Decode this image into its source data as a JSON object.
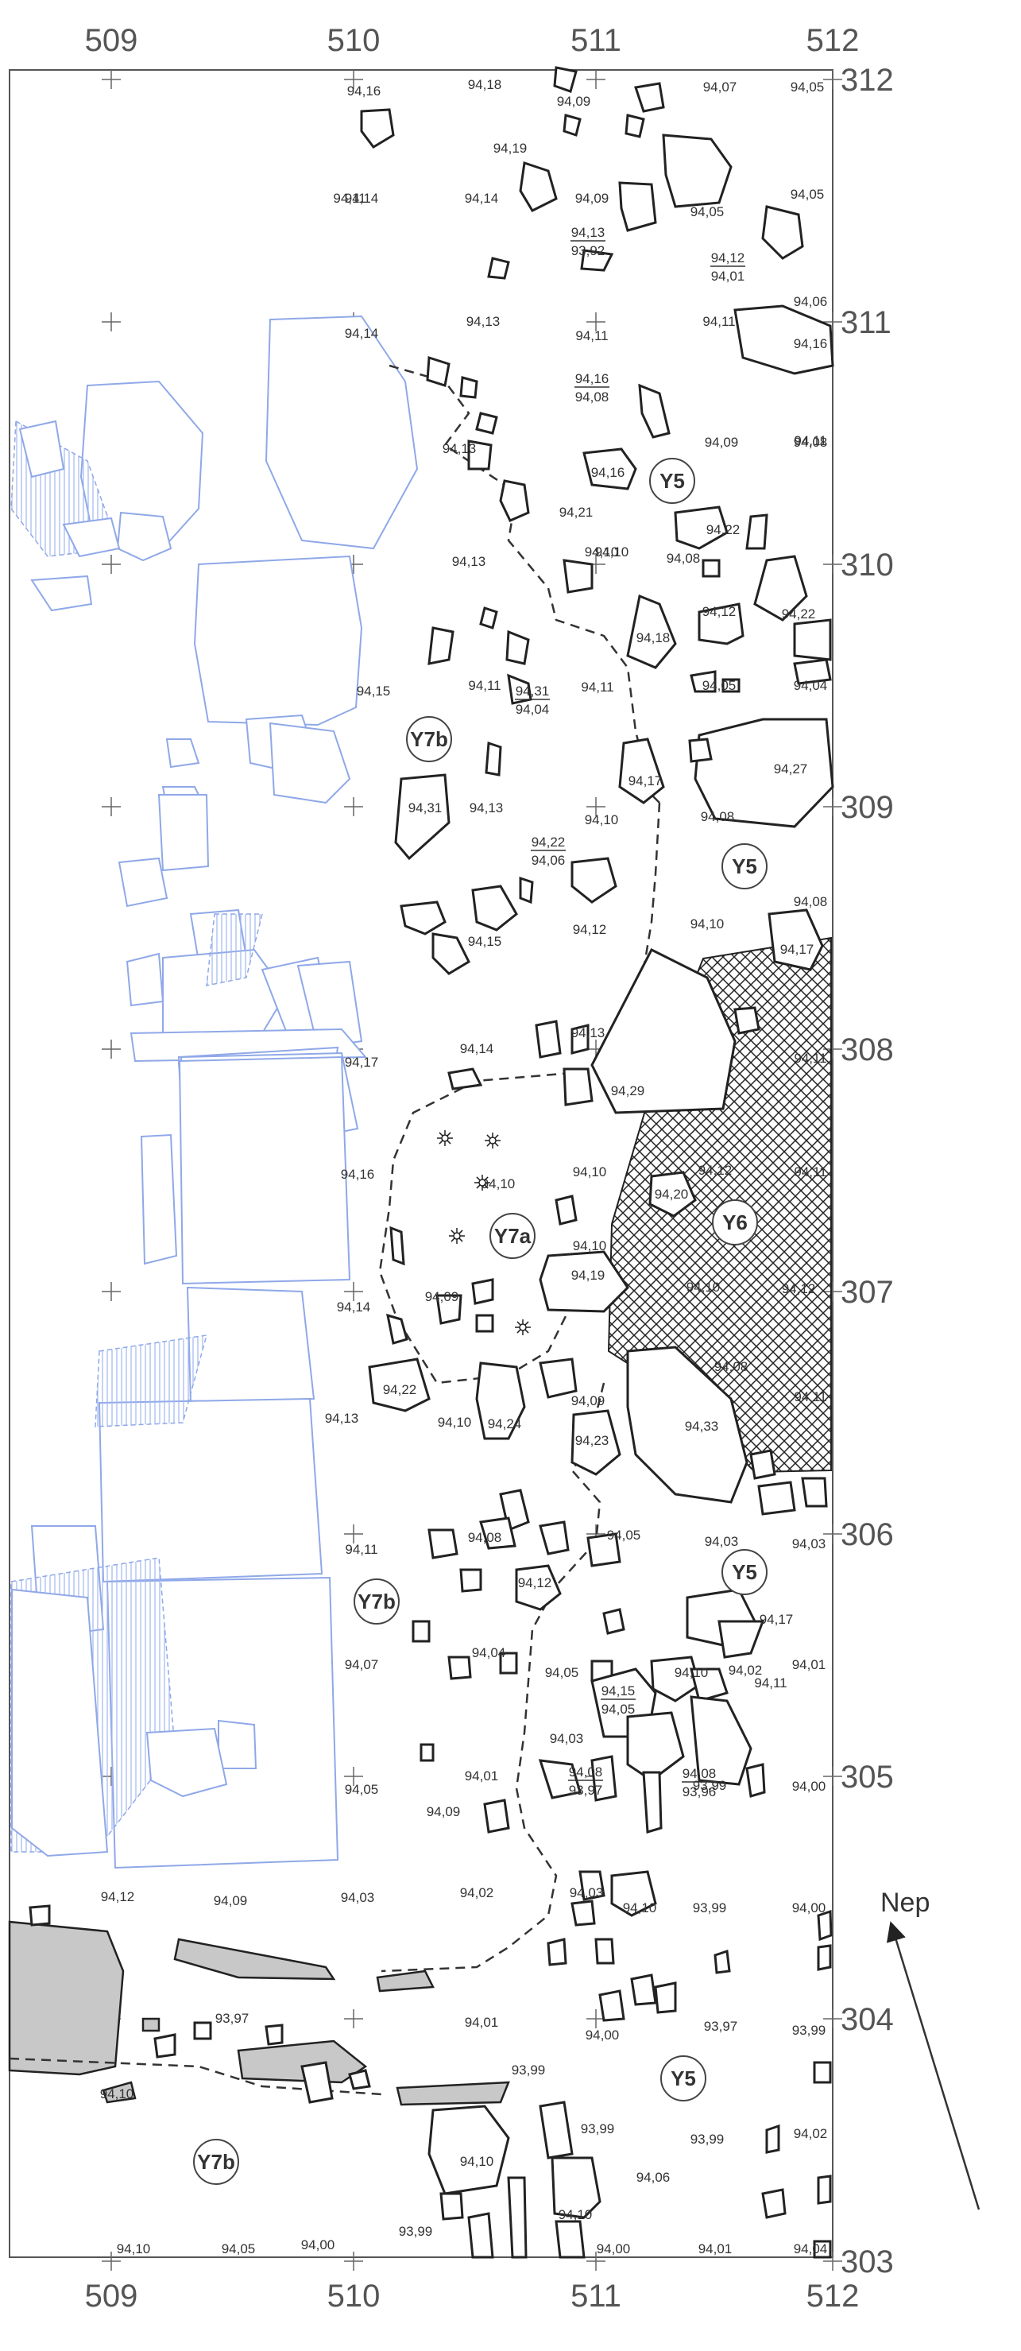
{
  "grid": {
    "x_labels": [
      "509",
      "510",
      "511",
      "512"
    ],
    "y_labels": [
      "312",
      "311",
      "310",
      "309",
      "308",
      "307",
      "306",
      "305",
      "304",
      "303"
    ]
  },
  "elevations": [
    {
      "v": "94,16"
    },
    {
      "v": "94,18"
    },
    {
      "v": "94,09"
    },
    {
      "v": "94,07"
    },
    {
      "v": "94,05"
    },
    {
      "v": "94,19"
    },
    {
      "v": "94,14"
    },
    {
      "v": "94,14"
    },
    {
      "v": "94,11"
    },
    {
      "v": "94,09"
    },
    {
      "v": "94,05"
    },
    {
      "v": "94,05"
    },
    {
      "v": "94,13",
      "d": "93,92"
    },
    {
      "v": "94,12",
      "d": "94,01"
    },
    {
      "v": "94,06"
    },
    {
      "v": "94,14"
    },
    {
      "v": "94,13"
    },
    {
      "v": "94,11"
    },
    {
      "v": "94,11"
    },
    {
      "v": "94,16"
    },
    {
      "v": "94,16",
      "d": "94,08"
    },
    {
      "v": "94,11"
    },
    {
      "v": "94,09"
    },
    {
      "v": "94,08"
    },
    {
      "v": "94,13"
    },
    {
      "v": "94,16"
    },
    {
      "v": "94,21"
    },
    {
      "v": "94,22"
    },
    {
      "v": "94,10"
    },
    {
      "v": "94,13"
    },
    {
      "v": "94,10"
    },
    {
      "v": "94,08"
    },
    {
      "v": "94,12"
    },
    {
      "v": "94,22"
    },
    {
      "v": "94,18"
    },
    {
      "v": "94,15"
    },
    {
      "v": "94,11"
    },
    {
      "v": "94,31",
      "d": "94,04"
    },
    {
      "v": "94,11"
    },
    {
      "v": "94,05"
    },
    {
      "v": "94,04"
    },
    {
      "v": "94,27"
    },
    {
      "v": "94,17"
    },
    {
      "v": "94,31"
    },
    {
      "v": "94,13"
    },
    {
      "v": "94,10"
    },
    {
      "v": "94,08"
    },
    {
      "v": "94,22",
      "d": "94,06"
    },
    {
      "v": "94,08"
    },
    {
      "v": "94,15"
    },
    {
      "v": "94,12"
    },
    {
      "v": "94,10"
    },
    {
      "v": "94,17"
    },
    {
      "v": "94,13"
    },
    {
      "v": "94,14"
    },
    {
      "v": "94,17"
    },
    {
      "v": "94,29"
    },
    {
      "v": "94,11"
    },
    {
      "v": "94,16"
    },
    {
      "v": "94,10"
    },
    {
      "v": "94,10"
    },
    {
      "v": "94,12"
    },
    {
      "v": "94,20"
    },
    {
      "v": "94,11"
    },
    {
      "v": "94,10"
    },
    {
      "v": "94,19"
    },
    {
      "v": "94,14"
    },
    {
      "v": "94,09"
    },
    {
      "v": "94,10"
    },
    {
      "v": "94,12"
    },
    {
      "v": "94,08"
    },
    {
      "v": "94,11"
    },
    {
      "v": "94,22"
    },
    {
      "v": "94,13"
    },
    {
      "v": "94,10"
    },
    {
      "v": "94,24"
    },
    {
      "v": "94,09"
    },
    {
      "v": "94,23"
    },
    {
      "v": "94,33"
    },
    {
      "v": "94,11"
    },
    {
      "v": "94,08"
    },
    {
      "v": "94,05"
    },
    {
      "v": "94,03"
    },
    {
      "v": "94,03"
    },
    {
      "v": "94,12"
    },
    {
      "v": "94,17"
    },
    {
      "v": "94,07"
    },
    {
      "v": "94,04"
    },
    {
      "v": "94,05"
    },
    {
      "v": "94,10"
    },
    {
      "v": "94,02"
    },
    {
      "v": "94,01"
    },
    {
      "v": "94,15",
      "d": "94,05"
    },
    {
      "v": "94,11"
    },
    {
      "v": "94,03"
    },
    {
      "v": "94,08",
      "d": "93,97"
    },
    {
      "v": "94,01"
    },
    {
      "v": "93,99"
    },
    {
      "v": "94,00"
    },
    {
      "v": "94,05"
    },
    {
      "v": "94,09"
    },
    {
      "v": "94,08",
      "d": "93,96"
    },
    {
      "v": "94,12"
    },
    {
      "v": "94,09"
    },
    {
      "v": "94,03"
    },
    {
      "v": "94,02"
    },
    {
      "v": "94,03"
    },
    {
      "v": "94,10"
    },
    {
      "v": "93,99"
    },
    {
      "v": "94,00"
    },
    {
      "v": "93,97"
    },
    {
      "v": "94,01"
    },
    {
      "v": "94,00"
    },
    {
      "v": "93,97"
    },
    {
      "v": "93,99"
    },
    {
      "v": "94,10"
    },
    {
      "v": "93,99"
    },
    {
      "v": "93,99"
    },
    {
      "v": "93,99"
    },
    {
      "v": "94,06"
    },
    {
      "v": "94,02"
    },
    {
      "v": "94,10"
    },
    {
      "v": "94,10"
    },
    {
      "v": "93,99"
    },
    {
      "v": "94,10"
    },
    {
      "v": "94,05"
    },
    {
      "v": "94,00"
    },
    {
      "v": "94,00"
    },
    {
      "v": "94,01"
    },
    {
      "v": "94,04"
    }
  ],
  "zones": [
    "Y5",
    "Y5",
    "Y5",
    "Y5",
    "Y6",
    "Y7a",
    "Y7b",
    "Y7b",
    "Y7b"
  ],
  "north_label": "Nep",
  "colors": {
    "ink": "#222222",
    "blue_stones": "#8fa8e8",
    "hatch_blue": "#9fb6ee",
    "grey_fill": "#c8c8c8",
    "crosshatch": "#222222"
  }
}
